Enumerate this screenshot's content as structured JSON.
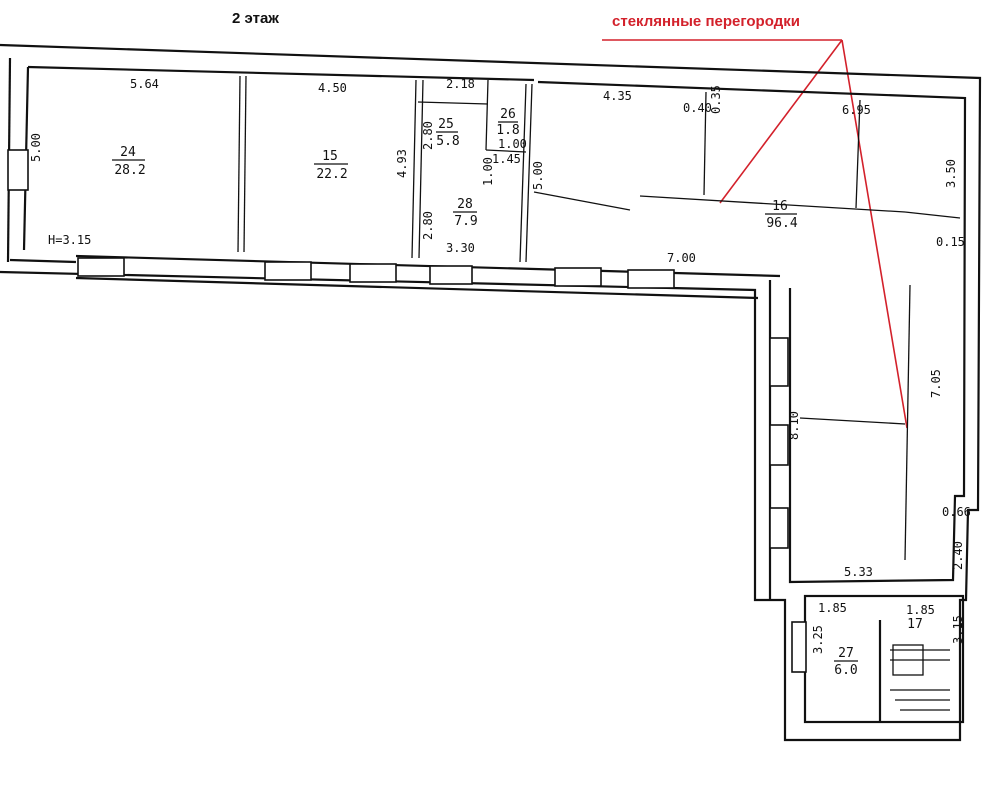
{
  "floor_title": "2 этаж",
  "annotation": "стеклянные перегородки",
  "colors": {
    "annotation": "#d3212b",
    "line": "#111111"
  },
  "rooms": [
    {
      "number": "24",
      "area": "28.2"
    },
    {
      "number": "15",
      "area": "22.2"
    },
    {
      "number": "25",
      "area": "5.8"
    },
    {
      "number": "26",
      "area": "1.8"
    },
    {
      "number": "28",
      "area": "7.9"
    },
    {
      "number": "16",
      "area": "96.4"
    },
    {
      "number": "27",
      "area": "6.0"
    },
    {
      "number": "17",
      "area": ""
    }
  ],
  "dimensions": {
    "d_564": "5.64",
    "d_450": "4.50",
    "d_500a": "5.00",
    "d_493": "4.93",
    "d_280a": "2.80",
    "d_218": "2.18",
    "d_100a": "1.00",
    "d_145": "1.45",
    "d_100b": "1.00",
    "d_280b": "2.80",
    "d_500b": "5.00",
    "d_330": "3.30",
    "d_435": "4.35",
    "d_040": "0.40",
    "d_035": "0.35",
    "d_695": "6.95",
    "d_350": "3.50",
    "d_015": "0.15",
    "d_700": "7.00",
    "d_705": "7.05",
    "d_810": "8.10",
    "d_066": "0.66",
    "d_240": "2.40",
    "d_533": "5.33",
    "d_185a": "1.85",
    "d_185b": "1.85",
    "d_325": "3.25",
    "d_315": "3.15",
    "height": "H=3.15"
  }
}
